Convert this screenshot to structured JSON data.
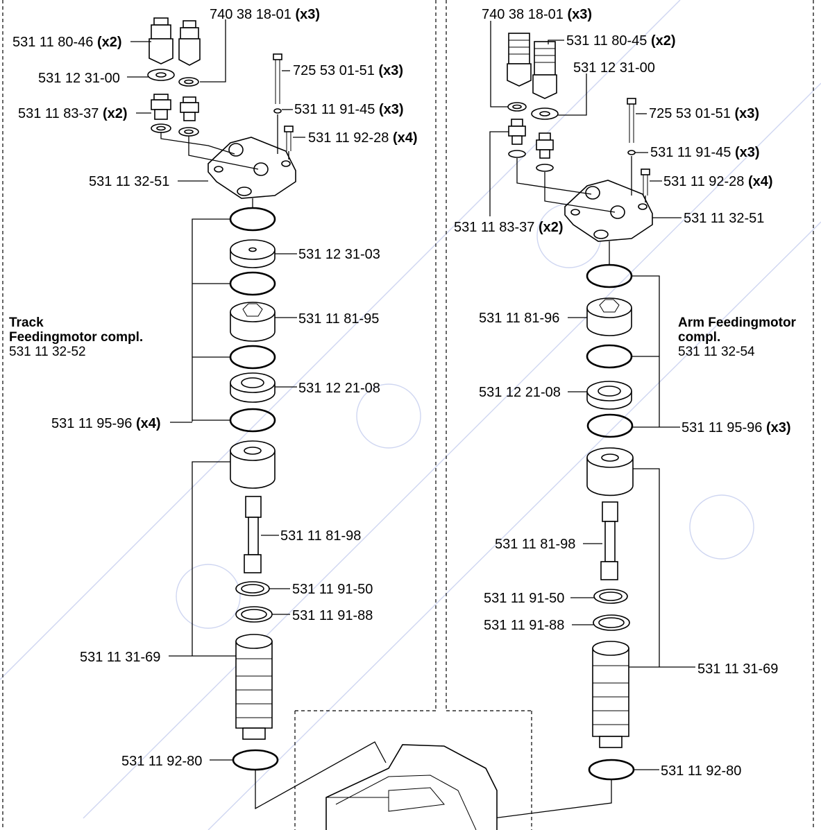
{
  "left_assembly": {
    "title_line1": "Track",
    "title_line2": "Feedingmotor compl.",
    "part_no": "531 11 32-52",
    "callouts": [
      {
        "part": "531 11 80-46",
        "qty": "(x2)"
      },
      {
        "part": "740 38 18-01",
        "qty": "(x3)"
      },
      {
        "part": "531 12 31-00",
        "qty": ""
      },
      {
        "part": "725 53 01-51",
        "qty": "(x3)"
      },
      {
        "part": "531 11 83-37",
        "qty": "(x2)"
      },
      {
        "part": "531 11 91-45",
        "qty": "(x3)"
      },
      {
        "part": "531 11 92-28",
        "qty": "(x4)"
      },
      {
        "part": "531 11 32-51",
        "qty": ""
      },
      {
        "part": "531 12 31-03",
        "qty": ""
      },
      {
        "part": "531 11 81-95",
        "qty": ""
      },
      {
        "part": "531 12 21-08",
        "qty": ""
      },
      {
        "part": "531 11 95-96",
        "qty": "(x4)"
      },
      {
        "part": "531 11 81-98",
        "qty": ""
      },
      {
        "part": "531 11 91-50",
        "qty": ""
      },
      {
        "part": "531 11 91-88",
        "qty": ""
      },
      {
        "part": "531 11 31-69",
        "qty": ""
      },
      {
        "part": "531 11 92-80",
        "qty": ""
      }
    ]
  },
  "right_assembly": {
    "title_line1": "Arm Feedingmotor",
    "title_line2": "compl.",
    "part_no": "531 11 32-54",
    "callouts": [
      {
        "part": "740 38 18-01",
        "qty": "(x3)"
      },
      {
        "part": "531 11 80-45",
        "qty": "(x2)"
      },
      {
        "part": "531 12 31-00",
        "qty": ""
      },
      {
        "part": "725 53 01-51",
        "qty": "(x3)"
      },
      {
        "part": "531 11 91-45",
        "qty": "(x3)"
      },
      {
        "part": "531 11 92-28",
        "qty": "(x4)"
      },
      {
        "part": "531 11 83-37",
        "qty": "(x2)"
      },
      {
        "part": "531 11 32-51",
        "qty": ""
      },
      {
        "part": "531 11 81-96",
        "qty": ""
      },
      {
        "part": "531 12 21-08",
        "qty": ""
      },
      {
        "part": "531 11 95-96",
        "qty": "(x3)"
      },
      {
        "part": "531 11 81-98",
        "qty": ""
      },
      {
        "part": "531 11 91-50",
        "qty": ""
      },
      {
        "part": "531 11 91-88",
        "qty": ""
      },
      {
        "part": "531 11 31-69",
        "qty": ""
      },
      {
        "part": "531 11 92-80",
        "qty": ""
      }
    ]
  }
}
